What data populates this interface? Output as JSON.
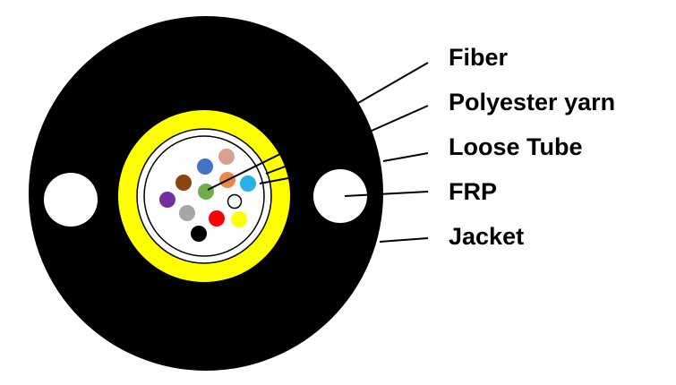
{
  "labels": {
    "fiber": "Fiber",
    "polyester_yarn": "Polyester yarn",
    "loose_tube": "Loose Tube",
    "frp": "FRP",
    "jacket": "Jacket"
  },
  "colors": {
    "jacket": "#000000",
    "polyester_yarn": "#ffff00",
    "loose_tube": "#ffffff",
    "frp": "#ffffff",
    "leader_lines": "#000000"
  },
  "fiber_colors": [
    "#4472c4",
    "#d9a08b",
    "#8b4513",
    "#e8894f",
    "#2ab0e8",
    "#7030a0",
    "#70ad47",
    "#ffffff",
    "#a6a6a6",
    "#ff0000",
    "#ffff00",
    "#000000"
  ]
}
